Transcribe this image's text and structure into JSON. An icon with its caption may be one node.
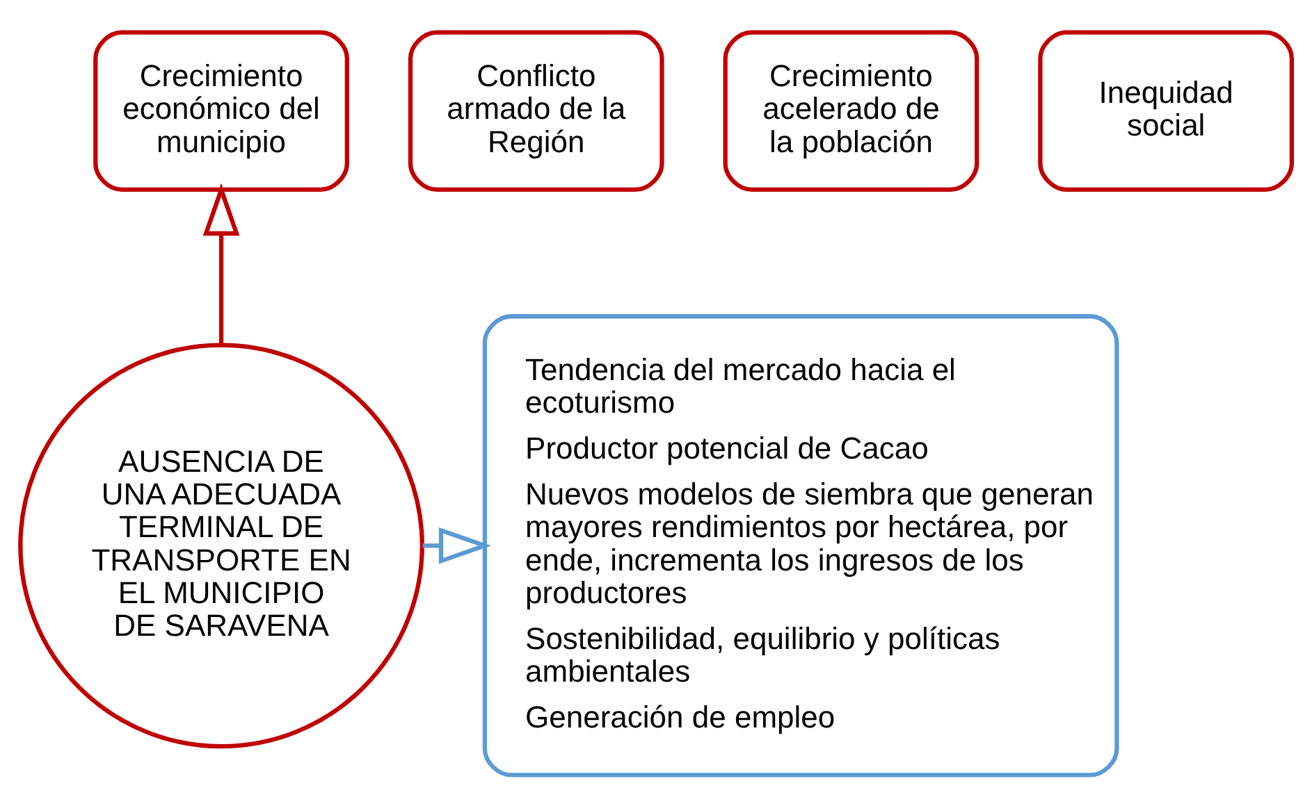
{
  "diagram": {
    "nodes": [
      {
        "text": [
          "Crecimiento económico del municipio"
        ]
      },
      {
        "text": [
          "Conflicto armado de la Región"
        ]
      },
      {
        "text": [
          "Crecimiento acelerado de la población"
        ]
      },
      {
        "text": [
          "Inequidad social"
        ]
      },
      {
        "text": [
          "AUSENCIA DE UNA ADECUADA TERMINAL DE TRANSPORTE EN EL MUNICIPIO DE SARAVENA"
        ]
      },
      {
        "text": [
          "Tendencia del mercado hacia el ecoturismo",
          "Productor potencial de Cacao",
          "Nuevos modelos de siembra que generan mayores rendimientos por hectárea, por ende, incrementa los ingresos de los productores",
          "Sostenibilidad, equilibrio y políticas ambientales",
          "Generación de empleo"
        ]
      }
    ],
    "edges": [
      {
        "from": 4,
        "to": 0,
        "arrow": "to",
        "color": "#c00000"
      },
      {
        "from": 4,
        "to": 5,
        "arrow": "to",
        "color": "#5b9bd5"
      }
    ]
  }
}
